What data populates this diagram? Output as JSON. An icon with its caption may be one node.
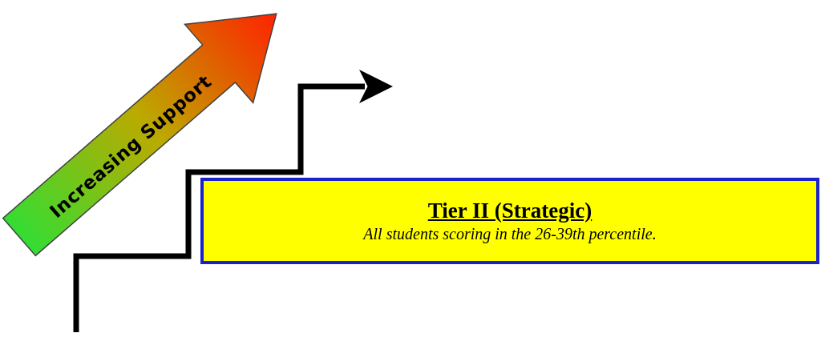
{
  "diagram": {
    "nodes": [
      {
        "text": [
          "Increasing Support"
        ]
      },
      {
        "text": [
          "Tier II (Strategic)",
          "All students scoring in the 26-39th percentile."
        ]
      }
    ]
  }
}
